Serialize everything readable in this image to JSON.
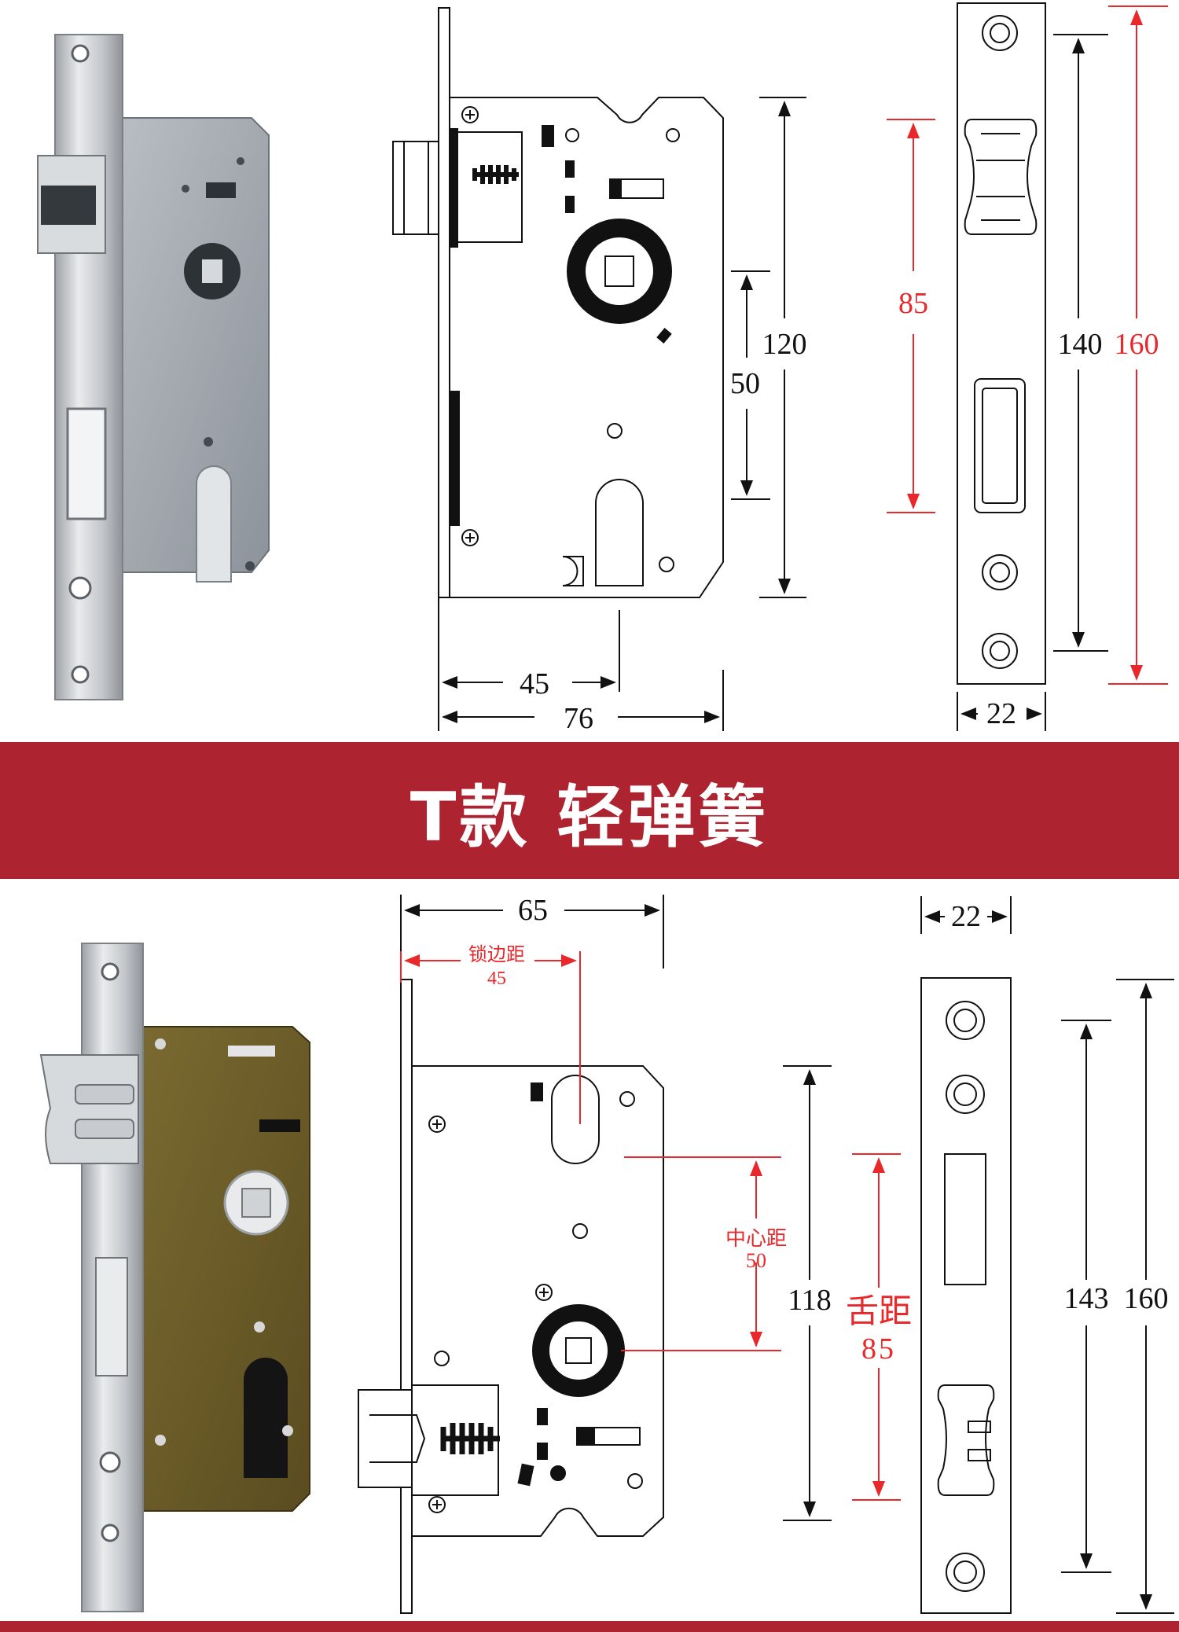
{
  "banner": {
    "title": "T款 轻弹簧"
  },
  "top_section": {
    "lock_body": {
      "height": "120",
      "center_distance": "50",
      "backset": "45",
      "depth": "76"
    },
    "faceplate": {
      "tongue_distance": "85",
      "hole_span": "140",
      "length": "160",
      "width": "22"
    }
  },
  "bottom_section": {
    "lock_body": {
      "depth": "65",
      "backset_label": "锁边距",
      "backset": "45",
      "center_label": "中心距",
      "center_distance": "50",
      "height": "118",
      "tongue_label": "舌距",
      "tongue_distance": "85"
    },
    "faceplate": {
      "width": "22",
      "hole_span": "143",
      "length": "160"
    }
  },
  "colors": {
    "banner": "#ae2330",
    "annotation_red": "#e8282b",
    "gold_plate": "#6e5f2a",
    "steel": "#c9ccd0"
  }
}
